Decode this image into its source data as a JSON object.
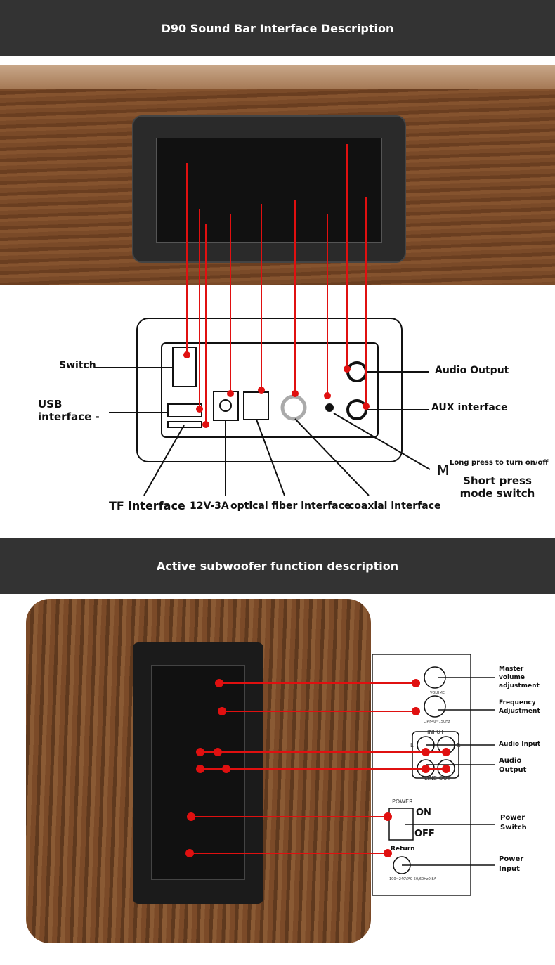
{
  "soundbar": {
    "title": "D90 Sound Bar Interface Description",
    "labels": {
      "switch": "Switch",
      "usb": "USB\ninterface -",
      "tf": "TF interface",
      "power": "12V-3A",
      "optical": "optical fiber interface",
      "coaxial": "coaxial interface",
      "audio_output": "Audio Output",
      "aux": "AUX interface",
      "m": "M",
      "m_long": "Long press to turn on/off",
      "m_short": "Short press mode switch"
    }
  },
  "subwoofer": {
    "title": "Active subwoofer function description",
    "panel": {
      "volume": "VOLUME",
      "lpf": "L.P.F40~150Hz",
      "input": "INPUT",
      "line_out": "LINE OUT",
      "L": "L",
      "R": "R",
      "power": "POWER",
      "on": "ON",
      "off": "OFF",
      "return": "Return",
      "rating": "100~240VAC 50/60Hz0.8A"
    },
    "labels": {
      "master_volume": "Master volume adjustment",
      "frequency": "Frequency Adjustment",
      "audio_input": "Audio Input",
      "audio_output": "Audio Output",
      "power_switch": "Power Switch",
      "power_input": "Power Input"
    }
  },
  "colors": {
    "header": "#333333",
    "wood": "#6b4326",
    "red": "#e01010"
  }
}
